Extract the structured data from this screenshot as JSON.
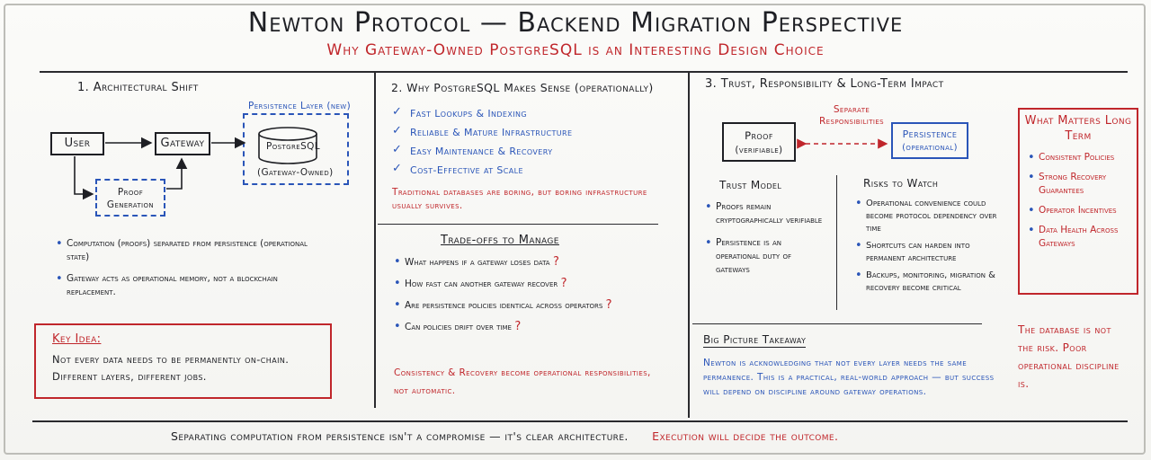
{
  "header": {
    "title": "Newton Protocol — Backend Migration Perspective",
    "subtitle": "Why Gateway-Owned PostgreSQL is an Interesting Design Choice"
  },
  "section1": {
    "heading": "1. Architectural Shift",
    "diagram": {
      "user": "User",
      "gateway": "Gateway",
      "persistence_layer_label": "Persistence Layer (new)",
      "postgresql": "PostgreSQL",
      "gateway_owned": "(Gateway-Owned)",
      "proof_generation": "Proof Generation"
    },
    "bullets": [
      "Computation (proofs) separated from persistence (operational state)",
      "Gateway acts as operational memory, not a blockchain replacement."
    ],
    "key_idea": {
      "label": "Key Idea:",
      "text": "Not every data needs to be permanently on-chain. Different layers, different jobs."
    }
  },
  "section2": {
    "heading": "2. Why PostgreSQL Makes Sense (operationally)",
    "checks": [
      "Fast Lookups & Indexing",
      "Reliable & Mature Infrastructure",
      "Easy Maintenance & Recovery",
      "Cost-Effective at Scale"
    ],
    "boring_note": "Traditional databases are boring, but boring infrastructure usually survives.",
    "tradeoffs_heading": "Trade-offs to Manage",
    "tradeoffs": [
      "What happens if a gateway loses data",
      "How fast can another gateway recover",
      "Are persistence policies identical across operators",
      "Can policies drift over time"
    ],
    "question_mark": "?",
    "closing": "Consistency & Recovery become operational responsibilities, not automatic."
  },
  "section3": {
    "heading": "3. Trust, Responsibility & Long-Term Impact",
    "separate_label": "Separate Responsibilities",
    "proof_box": "Proof",
    "proof_sub": "(verifiable)",
    "persistence_box": "Persistence",
    "persistence_sub": "(operational)",
    "trust_model_heading": "Trust Model",
    "trust_model": [
      "Proofs remain cryptographically verifiable",
      "Persistence is an operational duty of gateways"
    ],
    "risks_heading": "Risks to Watch",
    "risks": [
      "Operational convenience could become protocol dependency over time",
      "Shortcuts can harden into permanent architecture",
      "Backups, monitoring, migration & recovery become critical"
    ],
    "matters_heading": "What Matters Long Term",
    "matters": [
      "Consistent Policies",
      "Strong Recovery Guarantees",
      "Operator Incentives",
      "Data Health Across Gateways"
    ],
    "big_picture_heading": "Big Picture Takeaway",
    "big_picture_text": "Newton is acknowledging that not every layer needs the same permanence. This is a practical, real-world approach — but success will depend on discipline around gateway operations.",
    "risk_note": "The database is not the risk. Poor operational discipline is."
  },
  "footer": {
    "main": "Separating computation from persistence isn't a compromise — it's clear architecture.",
    "accent": "Execution will decide the outcome."
  },
  "colors": {
    "ink": "#1e1f24",
    "red": "#c0262b",
    "blue": "#2a55b8"
  }
}
